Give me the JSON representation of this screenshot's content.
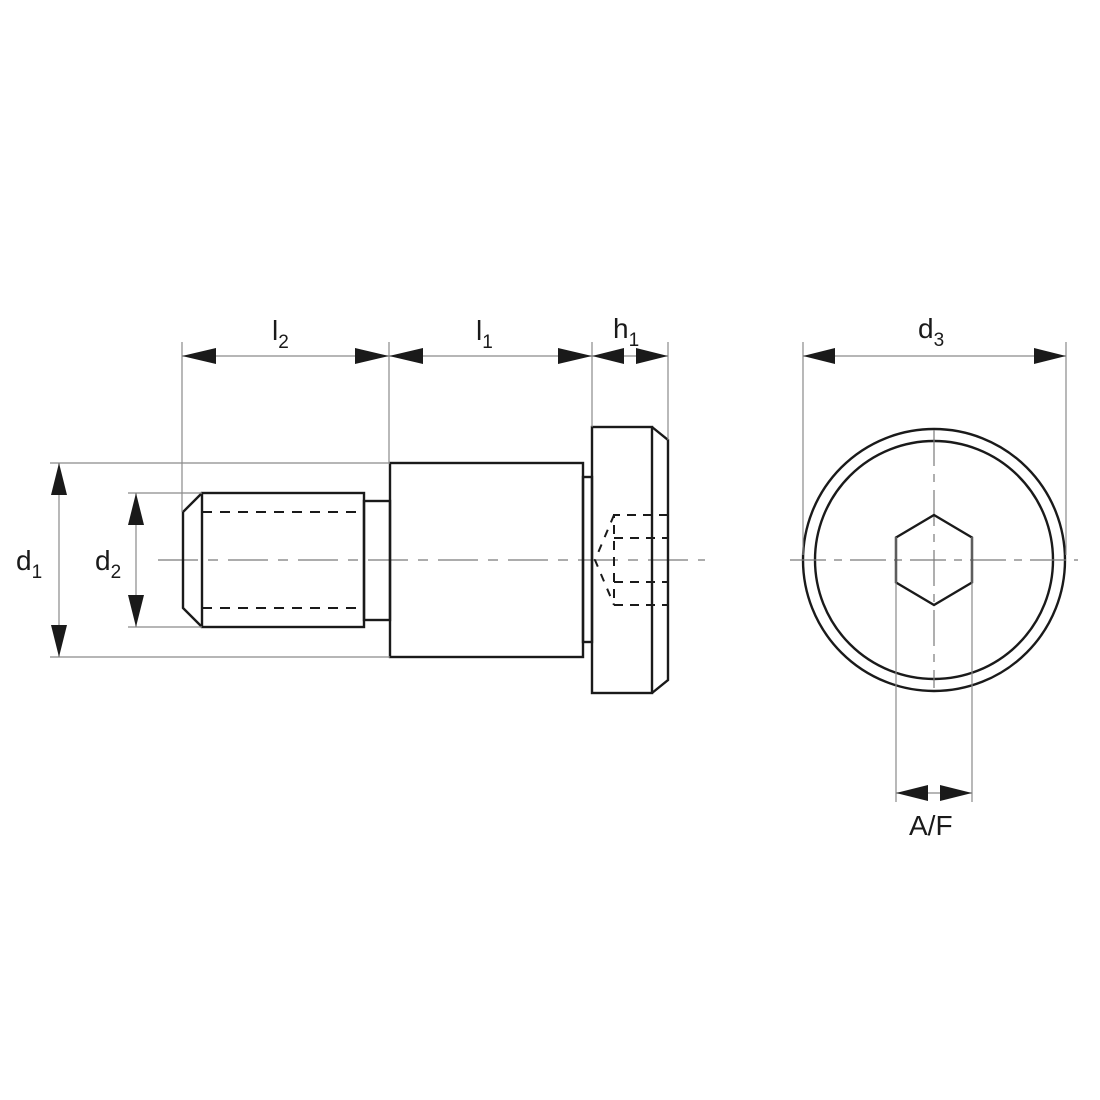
{
  "diagram": {
    "title": "Shoulder screw technical drawing",
    "views": {
      "side_view": "side-elevation",
      "end_view": "head-end-view"
    },
    "dimensions": {
      "l2": {
        "base": "l",
        "sub": "2"
      },
      "l1": {
        "base": "l",
        "sub": "1"
      },
      "h1": {
        "base": "h",
        "sub": "1"
      },
      "d1": {
        "base": "d",
        "sub": "1"
      },
      "d2": {
        "base": "d",
        "sub": "2"
      },
      "d3": {
        "base": "d",
        "sub": "3"
      },
      "af": {
        "label": "A/F"
      }
    },
    "colors": {
      "outline": "#1a1a1a",
      "dimension_line": "#8a8a8a",
      "background": "#ffffff"
    }
  }
}
